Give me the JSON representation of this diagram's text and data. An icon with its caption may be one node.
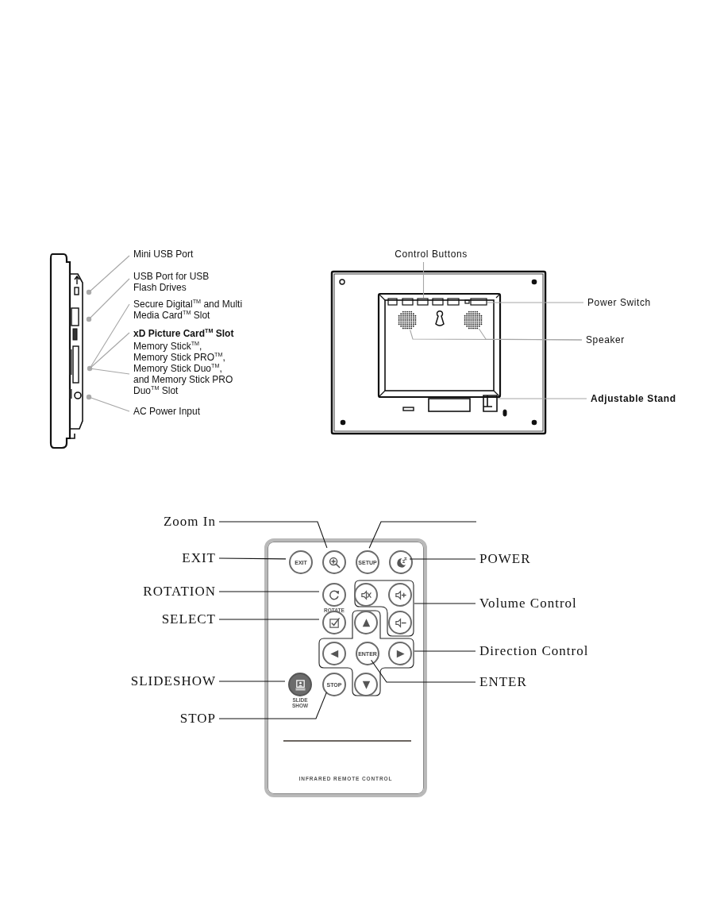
{
  "diagram": {
    "nodes": [
      {
        "text": [
          "Mini USB Port"
        ]
      },
      {
        "text": [
          "USB Port for USB Flash Drives"
        ]
      },
      {
        "text": [
          "Secure Digital$^{TM}$ and Multi Media Card$^{TM}$ Slot"
        ]
      },
      {
        "text": [
          "xD Picture Card$^{TM}$ Slot"
        ]
      },
      {
        "text": [
          "Memory Stick$^{TM}$, Memory Stick PRO$^{TM}$, Memory Stick Duo$^{TM}$, and Memory Stick PRO Duo$^{TM}$ Slot"
        ]
      },
      {
        "text": [
          "AC Power Input"
        ]
      },
      {
        "text": [
          "Control Buttons"
        ]
      },
      {
        "text": [
          "Power Switch"
        ]
      },
      {
        "text": [
          "Speaker"
        ]
      },
      {
        "text": [
          "Adjustable Stand"
        ]
      },
      {
        "text": [
          "Zoom In"
        ]
      },
      {
        "text": [
          "EXIT"
        ]
      },
      {
        "text": [
          "ROTATION"
        ]
      },
      {
        "text": [
          "SELECT"
        ]
      },
      {
        "text": [
          "SLIDESHOW"
        ]
      },
      {
        "text": [
          "STOP"
        ]
      },
      {
        "text": [
          "POWER"
        ]
      },
      {
        "text": [
          "Volume Control"
        ]
      },
      {
        "text": [
          "Direction Control"
        ]
      },
      {
        "text": [
          "ENTER"
        ]
      },
      {
        "text": [
          "INFRARED REMOTE CONTROL"
        ]
      },
      {
        "text": [
          "EXIT"
        ],
        "in": 20
      },
      {
        "text": [],
        "shape": "circle",
        "in": 20
      },
      {
        "text": [
          "SETUP"
        ],
        "in": 20
      },
      {
        "text": [],
        "shape": "circle",
        "in": 20
      },
      {
        "text": [],
        "shape": "circle",
        "in": 20,
        "beside": [
          "ROTATE"
        ]
      },
      {
        "text": [],
        "shape": "box",
        "in": 20
      },
      {
        "text": [],
        "shape": "circle",
        "in": 26
      },
      {
        "text": [],
        "shape": "circle",
        "in": 26
      },
      {
        "text": [],
        "shape": "circle",
        "in": 26
      },
      {
        "text": [],
        "shape": "circle",
        "in": 20
      },
      {
        "text": [],
        "shape": "box",
        "in": 20
      },
      {
        "text": [],
        "shape": "circle",
        "in": 31
      },
      {
        "text": [],
        "shape": "circle",
        "in": 31
      },
      {
        "text": [
          "ENTER"
        ],
        "in": 31
      },
      {
        "text": [],
        "shape": "circle",
        "in": 31
      },
      {
        "text": [],
        "shape": "circle",
        "in": 31
      },
      {
        "text": [],
        "shape": "circle",
        "in": 20,
        "beside": [
          "SLIDE SHOW"
        ]
      },
      {
        "text": [
          "STOP"
        ],
        "in": 20
      },
      {
        "text": [],
        "shape": "box"
      },
      {
        "text": [],
        "shape": "box"
      },
      {
        "text": [],
        "shape": "circle"
      },
      {
        "text": [],
        "shape": "circle"
      },
      {
        "text": [],
        "shape": "box"
      }
    ],
    "edges": [
      {
        "from": 0,
        "to": null,
        "arrow": "none"
      },
      {
        "from": 1,
        "to": null,
        "arrow": "none"
      },
      {
        "from": 2,
        "to": null,
        "arrow": "none"
      },
      {
        "from": 3,
        "to": null,
        "arrow": "none"
      },
      {
        "from": 4,
        "to": null,
        "arrow": "none"
      },
      {
        "from": 5,
        "to": null,
        "arrow": "none"
      },
      {
        "from": 6,
        "to": 39,
        "arrow": "none"
      },
      {
        "from": 7,
        "to": 40,
        "arrow": "none"
      },
      {
        "from": 8,
        "to": 41,
        "arrow": "none"
      },
      {
        "from": 8,
        "to": 42,
        "arrow": "none"
      },
      {
        "from": 9,
        "to": 43,
        "arrow": "none"
      },
      {
        "from": 10,
        "to": 22,
        "arrow": "none",
        "color": "#111111"
      },
      {
        "from": null,
        "to": 23,
        "arrow": "none",
        "color": "#111111"
      },
      {
        "from": 11,
        "to": 21,
        "arrow": "none",
        "color": "#111111"
      },
      {
        "from": 16,
        "to": 24,
        "arrow": "none",
        "color": "#111111"
      },
      {
        "from": 12,
        "to": 25,
        "arrow": "none",
        "color": "#111111"
      },
      {
        "from": 17,
        "to": 26,
        "arrow": "none",
        "color": "#111111"
      },
      {
        "from": 13,
        "to": 30,
        "arrow": "none",
        "color": "#111111"
      },
      {
        "from": 18,
        "to": 31,
        "arrow": "none",
        "color": "#111111"
      },
      {
        "from": 14,
        "to": 37,
        "arrow": "none",
        "color": "#111111"
      },
      {
        "from": 19,
        "to": 34,
        "arrow": "none",
        "color": "#111111"
      },
      {
        "from": 15,
        "to": 38,
        "arrow": "none",
        "color": "#111111"
      }
    ]
  }
}
